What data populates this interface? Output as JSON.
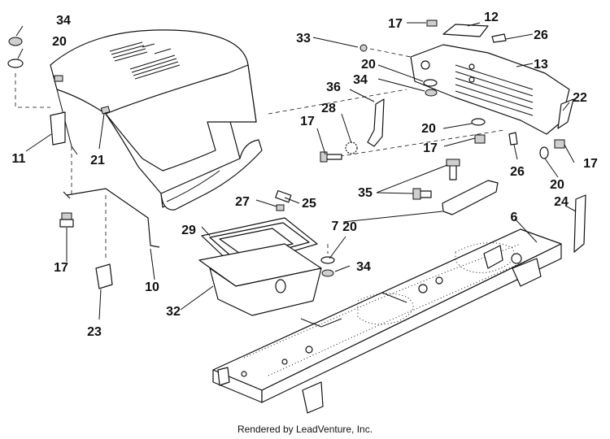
{
  "diagram": {
    "callouts": {
      "c34a": "34",
      "c20a": "20",
      "c11": "11",
      "c21": "21",
      "c33": "33",
      "c17a": "17",
      "c12": "12",
      "c26a": "26",
      "c13": "13",
      "c20b": "20",
      "c34b": "34",
      "c36": "36",
      "c22": "22",
      "c28": "28",
      "c17b": "17",
      "c20c": "20",
      "c17c": "17",
      "c26b": "26",
      "c17d": "17",
      "c20d": "20",
      "c27": "27",
      "c25": "25",
      "c35": "35",
      "c24": "24",
      "c6": "6",
      "c7": "7",
      "c29": "29",
      "c20e": "20",
      "c34c": "34",
      "c17e": "17",
      "c10": "10",
      "c32": "32",
      "c23": "23"
    },
    "footer": "Rendered by LeadVenture, Inc."
  }
}
